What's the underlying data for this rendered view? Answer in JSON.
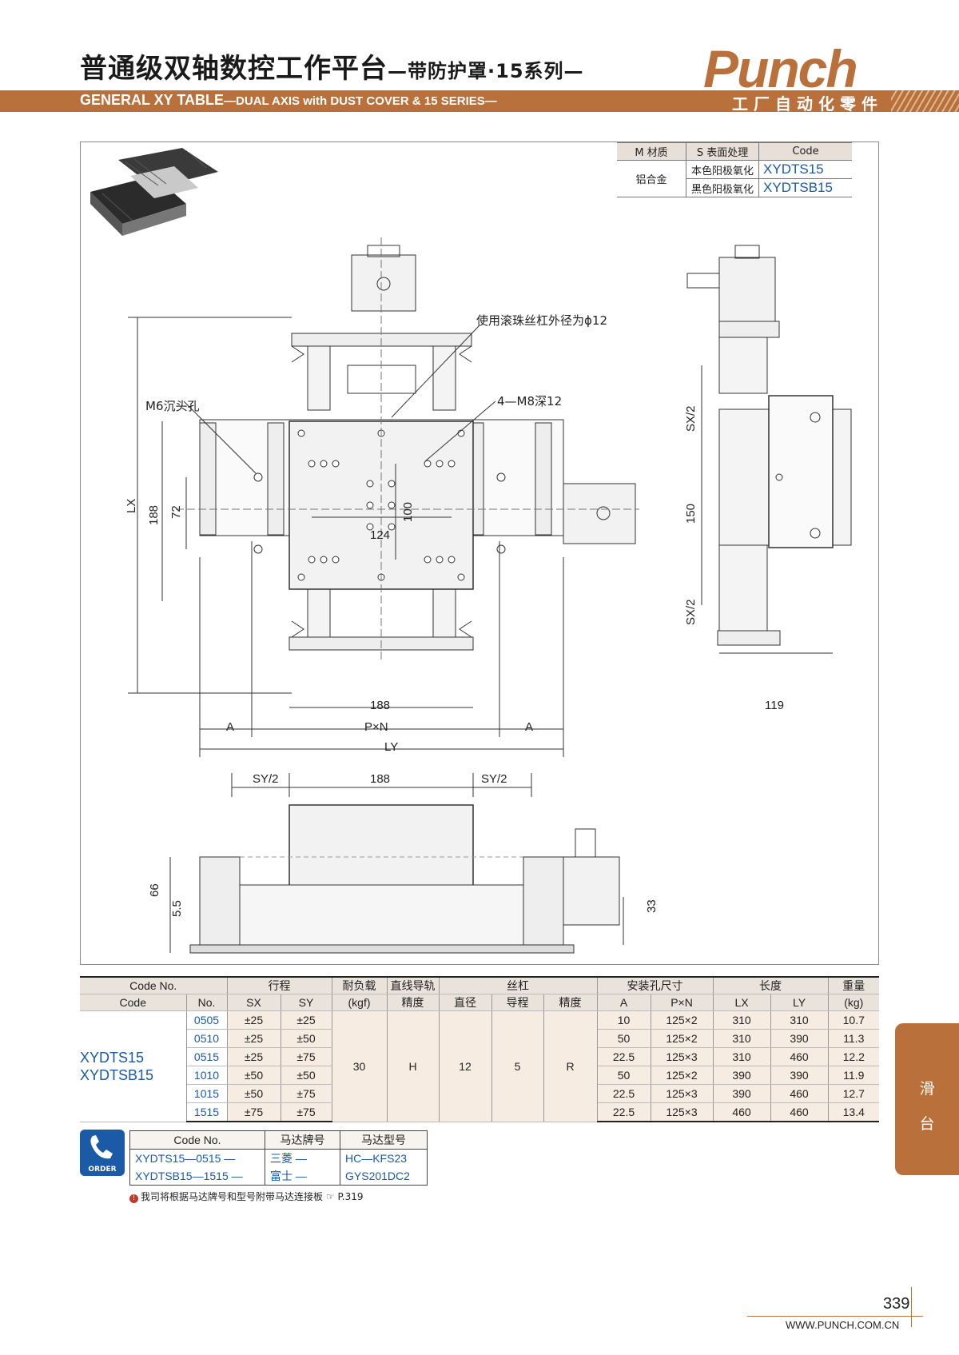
{
  "header": {
    "title_cn": "普通级双轴数控工作平台",
    "title_cn_sub": "—带防护罩·15系列—",
    "title_en": "GENERAL XY TABLE",
    "title_en_sub": "—DUAL AXIS with DUST COVER & 15 SERIES—",
    "logo": "Punch",
    "logo_sub": "工厂自动化零件"
  },
  "material": {
    "col_material": "M 材质",
    "col_surface": "S 表面处理",
    "col_code": "Code",
    "material": "铝合金",
    "rows": [
      {
        "surface": "本色阳极氧化",
        "code": "XYDTS15"
      },
      {
        "surface": "黑色阳极氧化",
        "code": "XYDTSB15"
      }
    ]
  },
  "drawing": {
    "ball_screw": "使用滚珠丝杠外径为ϕ12",
    "m6": "M6沉头孔",
    "m8": "4—M8深12",
    "d188": "188",
    "d72": "72",
    "d100": "100",
    "d124": "124",
    "lx": "LX",
    "ly": "LY",
    "a": "A",
    "pxn": "P×N",
    "sx2": "SX/2",
    "d150": "150",
    "d119": "119",
    "sy2": "SY/2",
    "d66": "66",
    "d55": "5.5",
    "d33": "33"
  },
  "spec": {
    "headers_top": [
      "Code No.",
      "行程",
      "耐负载",
      "直线导轨",
      "丝杠",
      "安装孔尺寸",
      "长度",
      "重量"
    ],
    "headers_sub": [
      "Code",
      "No.",
      "SX",
      "SY",
      "(kgf)",
      "精度",
      "直径",
      "导程",
      "精度",
      "A",
      "P×N",
      "LX",
      "LY",
      "(kg)"
    ],
    "code_1": "XYDTS15",
    "code_2": "XYDTSB15",
    "load": "30",
    "rail_precision": "H",
    "screw_dia": "12",
    "screw_lead": "5",
    "screw_precision": "R",
    "rows": [
      {
        "no": "0505",
        "sx": "±25",
        "sy": "±25",
        "a": "10",
        "pxn": "125×2",
        "lx": "310",
        "ly": "310",
        "kg": "10.7"
      },
      {
        "no": "0510",
        "sx": "±25",
        "sy": "±50",
        "a": "50",
        "pxn": "125×2",
        "lx": "310",
        "ly": "390",
        "kg": "11.3"
      },
      {
        "no": "0515",
        "sx": "±25",
        "sy": "±75",
        "a": "22.5",
        "pxn": "125×3",
        "lx": "310",
        "ly": "460",
        "kg": "12.2"
      },
      {
        "no": "1010",
        "sx": "±50",
        "sy": "±50",
        "a": "50",
        "pxn": "125×2",
        "lx": "390",
        "ly": "390",
        "kg": "11.9"
      },
      {
        "no": "1015",
        "sx": "±50",
        "sy": "±75",
        "a": "22.5",
        "pxn": "125×3",
        "lx": "390",
        "ly": "460",
        "kg": "12.7"
      },
      {
        "no": "1515",
        "sx": "±75",
        "sy": "±75",
        "a": "22.5",
        "pxn": "125×3",
        "lx": "460",
        "ly": "460",
        "kg": "13.4"
      }
    ]
  },
  "order": {
    "icon_label": "ORDER",
    "headers": [
      "Code No.",
      "马达牌号",
      "马达型号"
    ],
    "rows": [
      {
        "code": "XYDTS15—0515",
        "brand": "三菱",
        "model": "HC—KFS23"
      },
      {
        "code": "XYDTSB15—1515",
        "brand": "富士",
        "model": "GYS201DC2"
      }
    ],
    "note": "我司将根据马达牌号和型号附带马达连接板",
    "note_ref": "P.319"
  },
  "sidetab": {
    "line1": "滑",
    "line2": "台"
  },
  "footer": {
    "page": "339",
    "url": "WWW.PUNCH.COM.CN"
  }
}
